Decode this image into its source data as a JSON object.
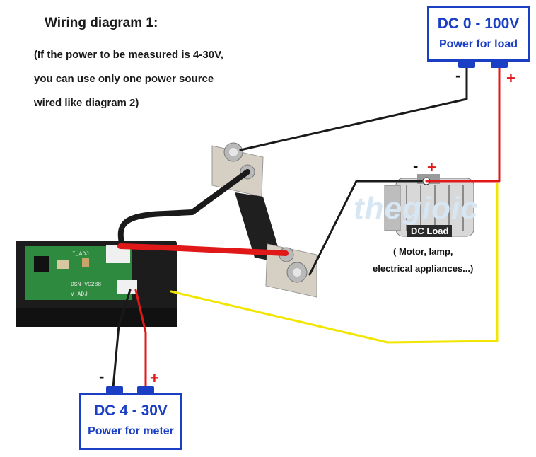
{
  "title": "Wiring diagram 1:",
  "note": {
    "line1": "(If the power to be measured is 4-30V,",
    "line2": "you can use only one power source",
    "line3": "wired like diagram 2)"
  },
  "load_supply": {
    "line1": "DC 0 - 100V",
    "line2": "Power for load",
    "minus": "-",
    "plus": "+"
  },
  "meter_supply": {
    "line1": "DC 4 - 30V",
    "line2": "Power for meter",
    "minus": "-",
    "plus": "+"
  },
  "dc_load": {
    "label": "DC Load",
    "line1": "( Motor, lamp,",
    "line2": "electrical appliances...)",
    "minus": "-",
    "plus": "+"
  },
  "meter_board": {
    "model": "DSN-VC288",
    "adj_i": "I_ADJ",
    "adj_v": "V_ADJ"
  },
  "watermark": "thegioic",
  "colors": {
    "box": "#1a3fc4",
    "red_wire": "#e01818",
    "black_wire": "#1a1a1a",
    "yellow_wire": "#f2e600"
  }
}
